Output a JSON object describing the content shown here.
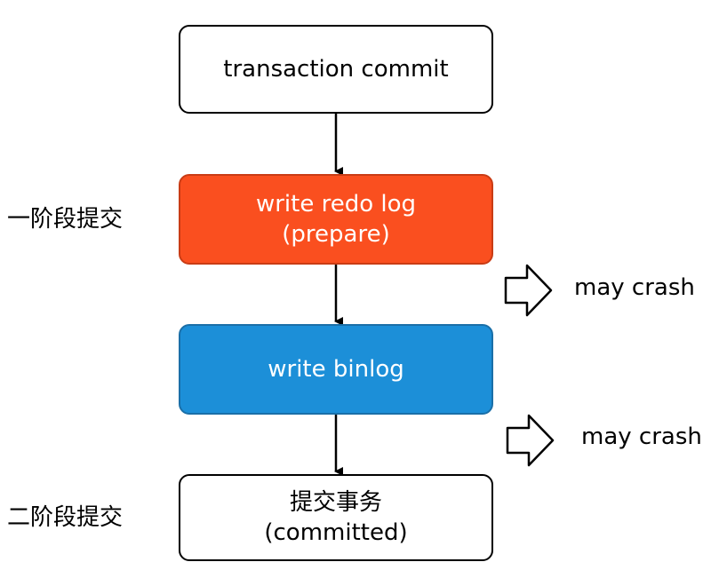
{
  "diagram": {
    "steps": {
      "commit": {
        "label": "transaction commit"
      },
      "redo": {
        "line1": "write redo log",
        "line2": "(prepare)"
      },
      "binlog": {
        "label": "write binlog"
      },
      "committed": {
        "line1": "提交事务",
        "line2": "(committed)"
      }
    },
    "phases": {
      "phase_one": "一阶段提交",
      "phase_two": "二阶段提交"
    },
    "crash_points": [
      {
        "label": "may crash"
      },
      {
        "label": "may crash"
      }
    ],
    "colors": {
      "redo": "#fa4f1f",
      "binlog": "#1c8fd8",
      "text_on_color": "#ffffff",
      "stroke": "#000000"
    },
    "icons": [
      "arrow-down-icon",
      "hollow-arrow-right-icon"
    ]
  }
}
